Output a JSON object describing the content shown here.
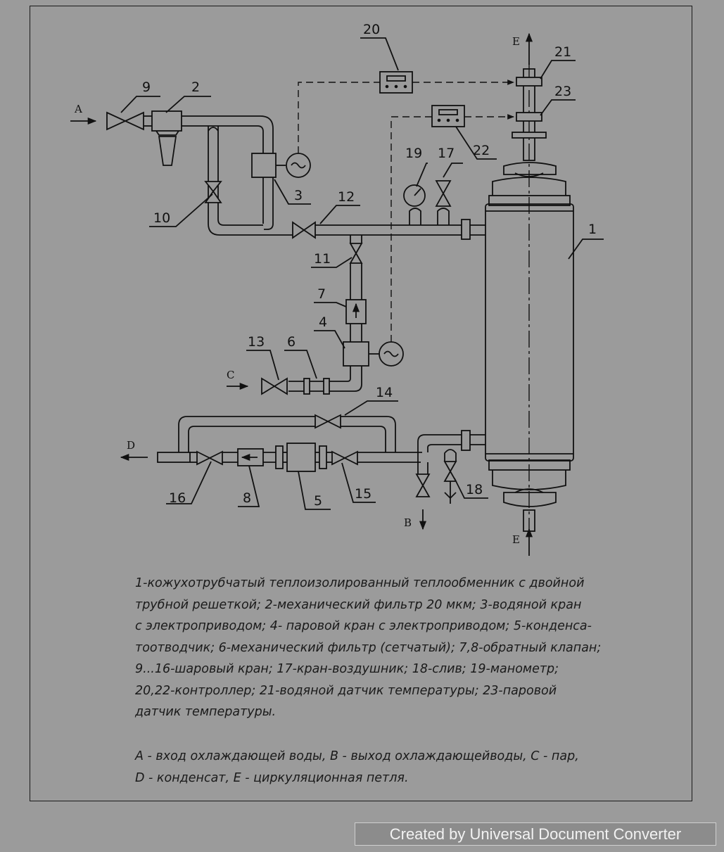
{
  "flows": {
    "A": "A",
    "B": "B",
    "C": "C",
    "D": "D",
    "E_top": "E",
    "E_bottom": "E"
  },
  "labels": {
    "n1": "1",
    "n2": "2",
    "n3": "3",
    "n4": "4",
    "n5": "5",
    "n6": "6",
    "n7": "7",
    "n8": "8",
    "n9": "9",
    "n10": "10",
    "n11": "11",
    "n12": "12",
    "n13": "13",
    "n14": "14",
    "n15": "15",
    "n16": "16",
    "n17": "17",
    "n18": "18",
    "n19": "19",
    "n20": "20",
    "n21": "21",
    "n22": "22",
    "n23": "23"
  },
  "legend_lines": [
    "1-кожухотрубчатый теплоизолированный теплообменник с двойной",
    "трубной решеткой; 2-механический фильтр 20 мкм; 3-водяной кран",
    "с электроприводом; 4- паровой кран с электроприводом; 5-конденса-",
    "тоотводчик; 6-механический фильтр (сетчатый); 7,8-обратный клапан;",
    "9...16-шаровый кран; 17-кран-воздушник; 18-слив; 19-манометр;",
    "20,22-контроллер; 21-водяной датчик температуры; 23-паровой",
    "датчик температуры."
  ],
  "legend2_lines": [
    "А - вход охлаждающей воды, В - выход охлаждающейводы, С - пар,",
    "D - конденсат, Е - циркуляционная петля."
  ],
  "watermark": "Created by Universal Document Converter"
}
